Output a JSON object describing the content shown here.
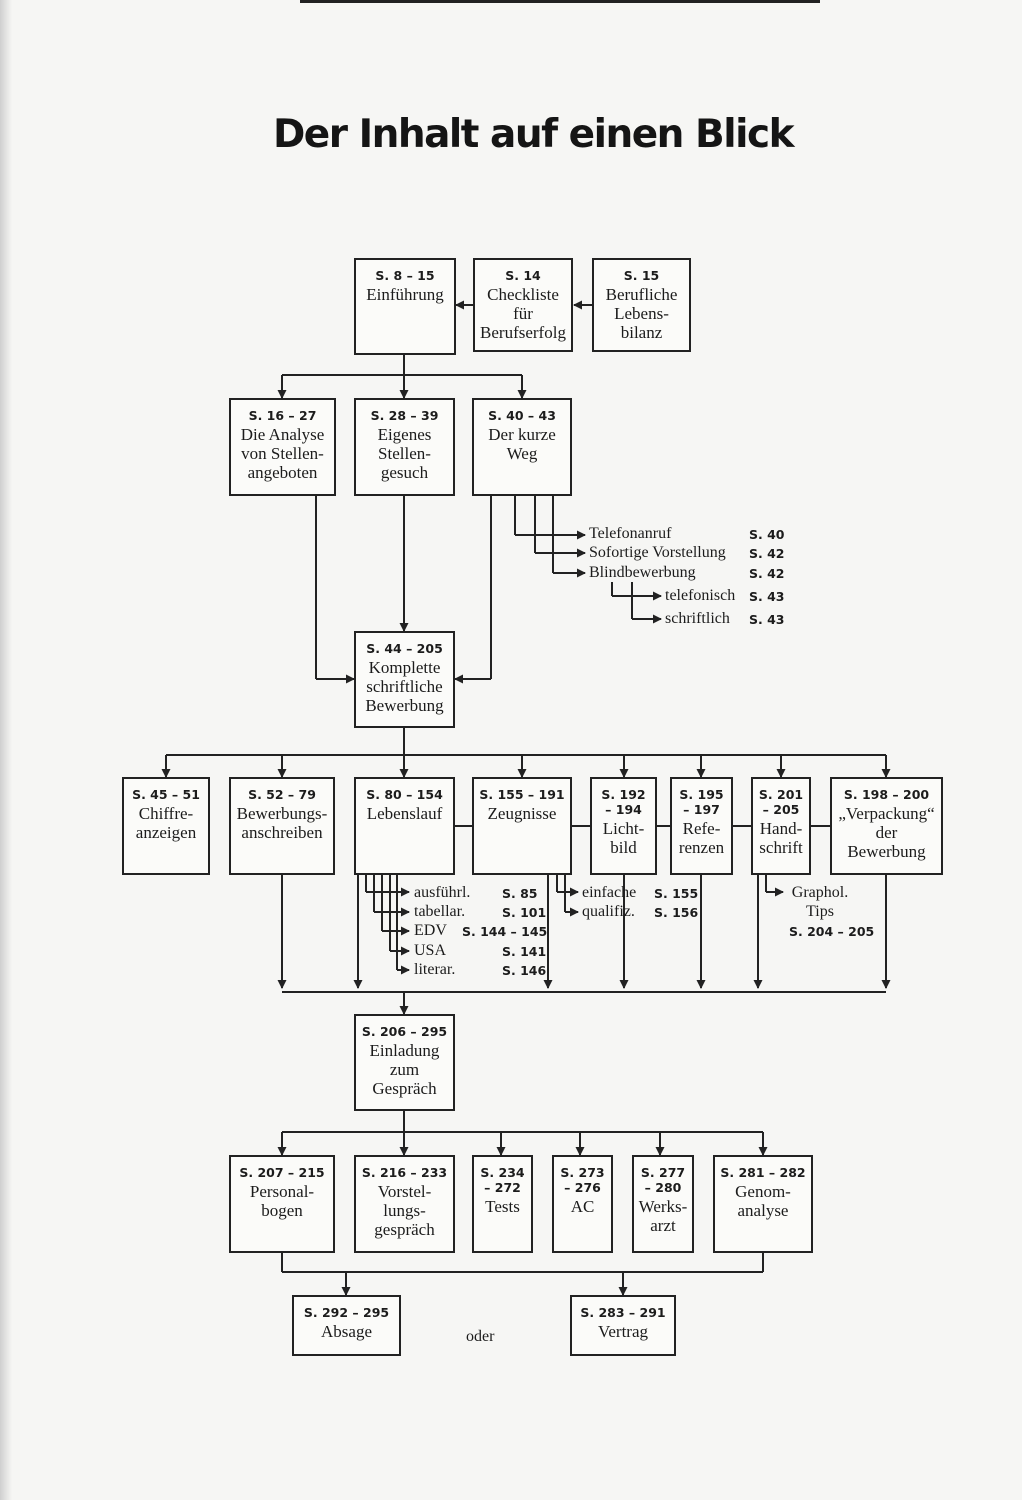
{
  "title": "Der Inhalt auf einen Blick",
  "boxes": {
    "einfuehrung": {
      "page": "S. 8 – 15",
      "label": "Einführung"
    },
    "checkliste": {
      "page": "S. 14",
      "label": "Checkliste\nfür\nBerufserfolg"
    },
    "lebensbilanz": {
      "page": "S. 15",
      "label": "Berufliche\nLebens-\nbilanz"
    },
    "analyse": {
      "page": "S. 16 – 27",
      "label": "Die Analyse\nvon Stellen-\nangeboten"
    },
    "stellengesuch": {
      "page": "S. 28 – 39",
      "label": "Eigenes\nStellen-\ngesuch"
    },
    "kurzeweg": {
      "page": "S. 40 – 43",
      "label": "Der kurze\nWeg"
    },
    "komplette": {
      "page": "S. 44 – 205",
      "label": "Komplette\nschriftliche\nBewerbung"
    },
    "chiffre": {
      "page": "S. 45 – 51",
      "label": "Chiffre-\nanzeigen"
    },
    "anschreiben": {
      "page": "S. 52 – 79",
      "label": "Bewerbungs-\nanschreiben"
    },
    "lebenslauf": {
      "page": "S. 80 – 154",
      "label": "Lebenslauf"
    },
    "zeugnisse": {
      "page": "S. 155 – 191",
      "label": "Zeugnisse"
    },
    "lichtbild": {
      "page": "S. 192\n– 194",
      "label": "Licht-\nbild"
    },
    "referenzen": {
      "page": "S. 195\n– 197",
      "label": "Refe-\nrenzen"
    },
    "handschrift": {
      "page": "S. 201\n– 205",
      "label": "Hand-\nschrift"
    },
    "verpackung": {
      "page": "S. 198 – 200",
      "label": "„Verpackung“\nder\nBewerbung"
    },
    "einladung": {
      "page": "S. 206 – 295",
      "label": "Einladung\nzum\nGespräch"
    },
    "personalbogen": {
      "page": "S. 207 – 215",
      "label": "Personal-\nbogen"
    },
    "vorstellung": {
      "page": "S. 216 – 233",
      "label": "Vorstel-\nlungs-\ngespräch"
    },
    "tests": {
      "page": "S. 234\n– 272",
      "label": "Tests"
    },
    "ac": {
      "page": "S. 273\n– 276",
      "label": "AC"
    },
    "werksarzt": {
      "page": "S. 277\n– 280",
      "label": "Werks-\narzt"
    },
    "genom": {
      "page": "S. 281 – 282",
      "label": "Genom-\nanalyse"
    },
    "absage": {
      "page": "S. 292 – 295",
      "label": "Absage"
    },
    "vertrag": {
      "page": "S. 283 – 291",
      "label": "Vertrag"
    }
  },
  "kurzer_weg_items": [
    {
      "label": "Telefonanruf",
      "page": "S. 40"
    },
    {
      "label": "Sofortige Vorstellung",
      "page": "S. 42"
    },
    {
      "label": "Blindbewerbung",
      "page": "S. 42"
    },
    {
      "label": "telefonisch",
      "page": "S. 43"
    },
    {
      "label": "schriftlich",
      "page": "S. 43"
    }
  ],
  "lebenslauf_items": [
    {
      "label": "ausführl.",
      "page": "S.  85"
    },
    {
      "label": "tabellar.",
      "page": "S. 101"
    },
    {
      "label": "EDV",
      "page": "S. 144 – 145"
    },
    {
      "label": "USA",
      "page": "S. 141"
    },
    {
      "label": "literar.",
      "page": "S. 146"
    }
  ],
  "zeugnisse_items": [
    {
      "label": "einfache",
      "page": "S. 155"
    },
    {
      "label": "qualifiz.",
      "page": "S. 156"
    }
  ],
  "handschrift_item": {
    "label": "Graphol.\nTips",
    "page": "S. 204 – 205"
  },
  "oder": "oder"
}
